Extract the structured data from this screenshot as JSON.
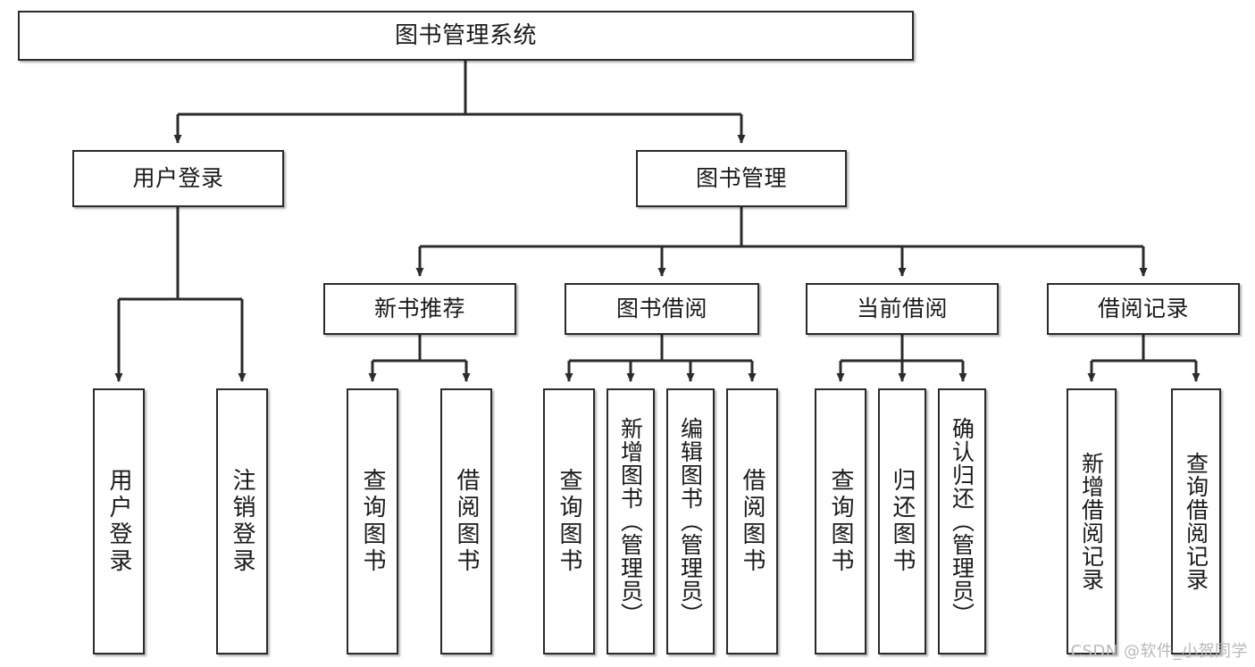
{
  "diagram": {
    "type": "tree",
    "title": "图书管理系统",
    "watermark": "CSDN @软件_小贺同学",
    "colors": {
      "box_border": "#2b2b2b",
      "box_fill": "#ffffff",
      "edge": "#2b2b2b",
      "text": "#1a1a1a",
      "watermark": "#b9b9b9"
    },
    "nodes": {
      "root": {
        "label": "图书管理系统"
      },
      "level2": [
        {
          "label": "用户登录"
        },
        {
          "label": "图书管理"
        }
      ],
      "level3": [
        {
          "label": "新书推荐"
        },
        {
          "label": "图书借阅"
        },
        {
          "label": "当前借阅"
        },
        {
          "label": "借阅记录"
        }
      ],
      "leaves_user_login": [
        {
          "label": "用户登录"
        },
        {
          "label": "注销登录"
        }
      ],
      "leaves_new_book": [
        {
          "label": "查询图书"
        },
        {
          "label": "借阅图书"
        }
      ],
      "leaves_borrow_book": [
        {
          "label": "查询图书"
        },
        {
          "label": "新增图书（管理员）"
        },
        {
          "label": "编辑图书（管理员）"
        },
        {
          "label": "借阅图书"
        }
      ],
      "leaves_current_borrow": [
        {
          "label": "查询图书"
        },
        {
          "label": "归还图书"
        },
        {
          "label": "确认归还（管理员）"
        }
      ],
      "leaves_borrow_record": [
        {
          "label": "新增借阅记录"
        },
        {
          "label": "查询借阅记录"
        }
      ]
    }
  }
}
